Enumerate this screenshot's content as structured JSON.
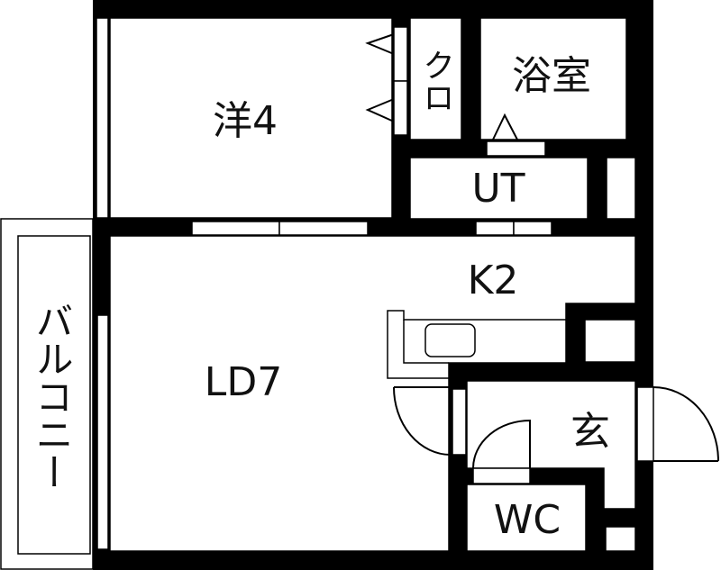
{
  "colors": {
    "wall": "#000000",
    "floor": "#ffffff"
  },
  "rooms": {
    "western": "洋4",
    "closet": "クロ",
    "bath": "浴室",
    "utility": "UT",
    "kitchen": "K2",
    "living": "LD7",
    "entrance": "玄",
    "toilet": "WC",
    "balcony": "バルコニー"
  }
}
